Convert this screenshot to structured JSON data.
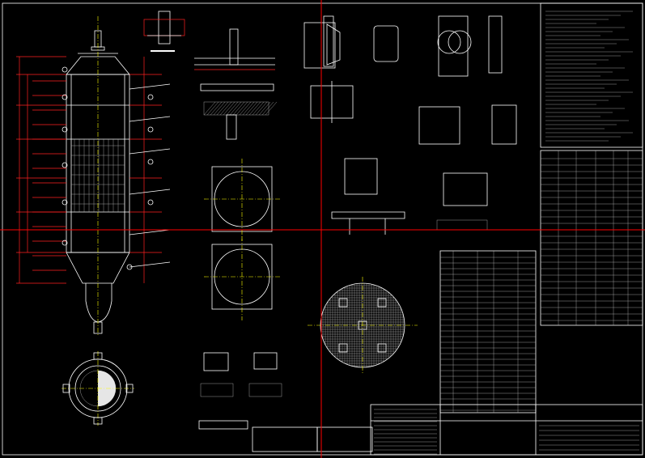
{
  "viewport": {
    "width": 797,
    "height": 566
  },
  "colors": {
    "background": "#000000",
    "linework": "#ffffff",
    "dimension": "#ff2020",
    "centerline": "#ffff00",
    "crosshair": "#ff0000",
    "hatch": "#c8c8c8"
  },
  "crosshair": {
    "label": "cursor-crosshair"
  },
  "views": [
    "vessel-elevation",
    "top-nozzle-detail",
    "flange-detail",
    "upper-manway",
    "lower-manway",
    "grid-tray-plan",
    "bottom-plan-view",
    "lug-detail",
    "support-detail",
    "saddle-detail",
    "small-details",
    "general-notes-block",
    "nozzle-schedule-table",
    "parts-list-table",
    "title-block"
  ]
}
